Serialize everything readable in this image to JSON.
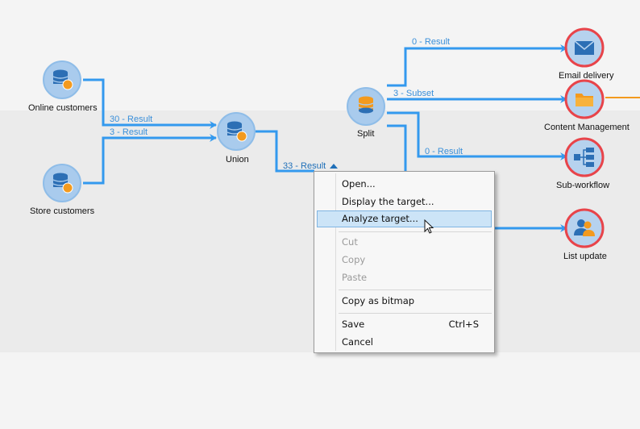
{
  "nodes": {
    "online_customers": {
      "label": "Online customers",
      "icon": "database-query-icon"
    },
    "store_customers": {
      "label": "Store customers",
      "icon": "database-query-icon"
    },
    "union": {
      "label": "Union",
      "icon": "union-icon"
    },
    "split": {
      "label": "Split",
      "icon": "split-icon"
    },
    "email_delivery": {
      "label": "Email delivery",
      "icon": "envelope-icon"
    },
    "content_management": {
      "label": "Content Management",
      "icon": "folder-icon"
    },
    "sub_workflow": {
      "label": "Sub-workflow",
      "icon": "sub-workflow-icon"
    },
    "list_update": {
      "label": "List update",
      "icon": "users-icon"
    }
  },
  "transitions": {
    "online_to_union": "30 - Result",
    "store_to_union": "3 - Result",
    "union_out": "33 - Result",
    "split_email": "0 - Result",
    "split_content": "3 - Subset",
    "split_subworkflow": "0 - Result"
  },
  "context_menu": {
    "open": "Open...",
    "display_target": "Display the target...",
    "analyze_target": "Analyze target...",
    "cut": "Cut",
    "copy": "Copy",
    "paste": "Paste",
    "copy_bitmap": "Copy as bitmap",
    "save": "Save",
    "save_shortcut": "Ctrl+S",
    "cancel": "Cancel"
  },
  "colors": {
    "wire": "#3399ee",
    "node_blue": "#a9cbed",
    "node_red_ring": "#e8444a",
    "accent_orange": "#f39a1e",
    "menu_highlight": "#cce4f7"
  }
}
